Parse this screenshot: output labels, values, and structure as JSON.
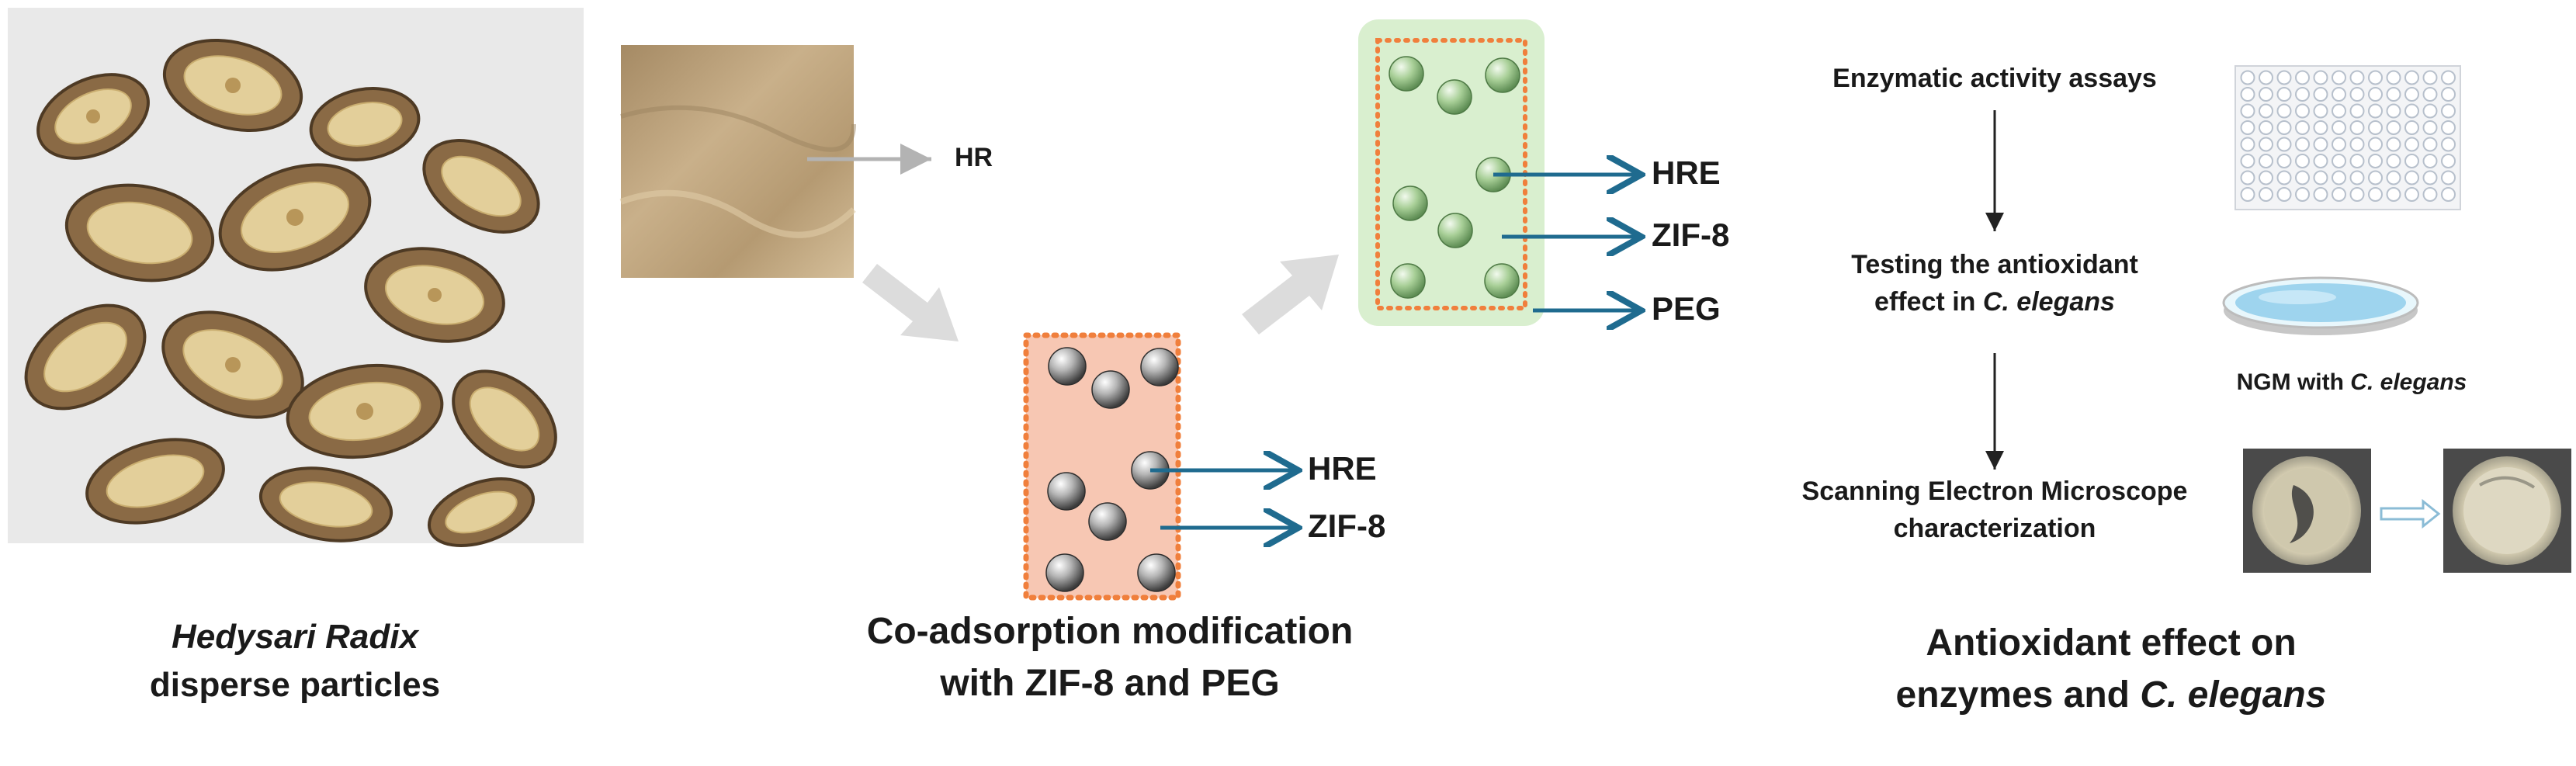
{
  "labels": {
    "hr": "HR",
    "hre_1": "HRE",
    "zif8_1": "ZIF-8",
    "hre_2": "HRE",
    "zif8_2": "ZIF-8",
    "peg": "PEG"
  },
  "captions": {
    "left_line1": "Hedysari Radix",
    "left_line2": "disperse particles",
    "middle_line1": "Co-adsorption modification",
    "middle_line2": "with ZIF-8 and PEG",
    "right_line1": "Antioxidant effect on",
    "right_line2_prefix": "enzymes and ",
    "right_line2_italic": "C. elegans"
  },
  "workflow": {
    "step1": "Enzymatic activity assays",
    "step2_line1": "Testing the antioxidant",
    "step2_line2_prefix": "effect in ",
    "step2_line2_italic": "C. elegans",
    "step3_line1": "Scanning Electron Microscope",
    "step3_line2": "characterization",
    "ngm_prefix": "NGM with ",
    "ngm_italic": "C. elegans"
  },
  "colors": {
    "arrow_blue": "#1f6b8f",
    "box_salmon": "#f7c7b3",
    "dotted_orange": "#f07f3c",
    "box_green": "#d9efcf",
    "bead_green": "#a7cf96",
    "bead_gray": "#8c8c8c",
    "transition_arrow": "#dcdcdc",
    "hr_arrow": "#b3b3b3"
  }
}
